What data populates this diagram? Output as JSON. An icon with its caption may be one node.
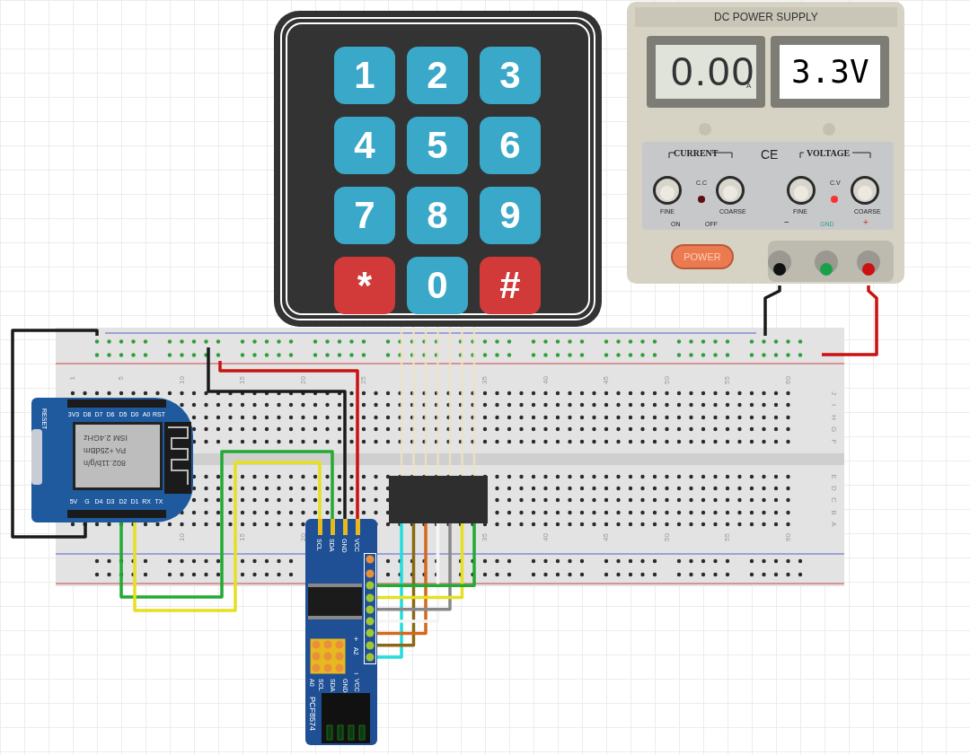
{
  "diagram": {
    "nodes": [
      {
        "text": [],
        "shape": "box"
      },
      {
        "text": [
          "1"
        ],
        "in": 0
      },
      {
        "text": [
          "2"
        ],
        "in": 0
      },
      {
        "text": [
          "3"
        ],
        "in": 0
      },
      {
        "text": [
          "4"
        ],
        "in": 0
      },
      {
        "text": [
          "5"
        ],
        "in": 0
      },
      {
        "text": [
          "6"
        ],
        "in": 0
      },
      {
        "text": [
          "7"
        ],
        "in": 0
      },
      {
        "text": [
          "8"
        ],
        "in": 0
      },
      {
        "text": [
          "9"
        ],
        "in": 0
      },
      {
        "text": [
          "*"
        ],
        "in": 0
      },
      {
        "text": [
          "0"
        ],
        "in": 0
      },
      {
        "text": [
          "#"
        ],
        "in": 0
      },
      {
        "text": [
          "DC POWER SUPPLY",
          "0.00",
          "A",
          "3.3V",
          "CURRENT",
          "CE",
          "VOLTAGE",
          "FINE",
          "C.C",
          "COARSE",
          "FINE",
          "C.V",
          "COARSE",
          "ON",
          "OFF",
          "−",
          "GND",
          "+",
          "POWER"
        ]
      },
      {
        "text": [],
        "shape": "box"
      },
      {
        "text": [],
        "shape": "bar",
        "in": 14
      },
      {
        "text": [],
        "shape": "bar",
        "in": 14
      },
      {
        "text": [
          "RESET",
          "3V3",
          "D8",
          "D7",
          "D6",
          "D5",
          "D0",
          "A0",
          "RST",
          "ISM 2.4GHz",
          "PA +25dBm",
          "802.11b/g/n",
          "5V",
          "G",
          "D4",
          "D3",
          "D2",
          "D1",
          "RX",
          "TX"
        ]
      },
      {
        "text": [
          "SCL",
          "SDA",
          "GND",
          "VCC",
          "+",
          "A2",
          "−",
          "A0",
          "SCL",
          "SDA",
          "GND",
          "VCC",
          "PCF8574"
        ]
      },
      {
        "text": [],
        "shape": "box",
        "in": 14
      }
    ],
    "edges": [
      {
        "from": 13,
        "to": 15,
        "arrow": "none",
        "color": "#1a1a1a"
      },
      {
        "from": 13,
        "to": 16,
        "arrow": "none",
        "color": "#cc1111"
      },
      {
        "from": 17,
        "to": 15,
        "arrow": "none",
        "color": "#1a1a1a"
      },
      {
        "from": 15,
        "to": 18,
        "arrow": "none",
        "color": "#1a1a1a"
      },
      {
        "from": 16,
        "to": 18,
        "arrow": "none",
        "color": "#cc1111"
      },
      {
        "from": 17,
        "to": 18,
        "arrow": "none",
        "color": "#22aa33"
      },
      {
        "from": 17,
        "to": 18,
        "arrow": "none",
        "color": "#e6e020"
      },
      {
        "from": 0,
        "to": 19,
        "arrow": "none",
        "color": "#efe2c2"
      },
      {
        "from": 0,
        "to": 19,
        "arrow": "none",
        "color": "#efe2c2"
      },
      {
        "from": 0,
        "to": 19,
        "arrow": "none",
        "color": "#efe2c2"
      },
      {
        "from": 0,
        "to": 19,
        "arrow": "none",
        "color": "#efe2c2"
      },
      {
        "from": 0,
        "to": 19,
        "arrow": "none",
        "color": "#efe2c2"
      },
      {
        "from": 0,
        "to": 19,
        "arrow": "none",
        "color": "#efe2c2"
      },
      {
        "from": 0,
        "to": 19,
        "arrow": "none",
        "color": "#efe2c2"
      },
      {
        "from": 19,
        "to": 18,
        "arrow": "none",
        "color": "#22dddd"
      },
      {
        "from": 19,
        "to": 18,
        "arrow": "none",
        "color": "#8b6914"
      },
      {
        "from": 19,
        "to": 18,
        "arrow": "none",
        "color": "#d2691e"
      },
      {
        "from": 19,
        "to": 18,
        "arrow": "none",
        "color": "#f5f5f5"
      },
      {
        "from": 19,
        "to": 18,
        "arrow": "none",
        "color": "#888888"
      },
      {
        "from": 19,
        "to": 18,
        "arrow": "none",
        "color": "#e6e020"
      },
      {
        "from": 19,
        "to": 18,
        "arrow": "none",
        "color": "#22aa33"
      }
    ],
    "labels": [
      "1",
      "5",
      "10",
      "15",
      "20",
      "25",
      "35",
      "40",
      "45",
      "50",
      "55",
      "60",
      "10",
      "15",
      "20",
      "35",
      "40",
      "45",
      "50",
      "55",
      "60",
      "J",
      "I",
      "H",
      "G",
      "F",
      "E",
      "D",
      "C",
      "B",
      "A"
    ]
  }
}
